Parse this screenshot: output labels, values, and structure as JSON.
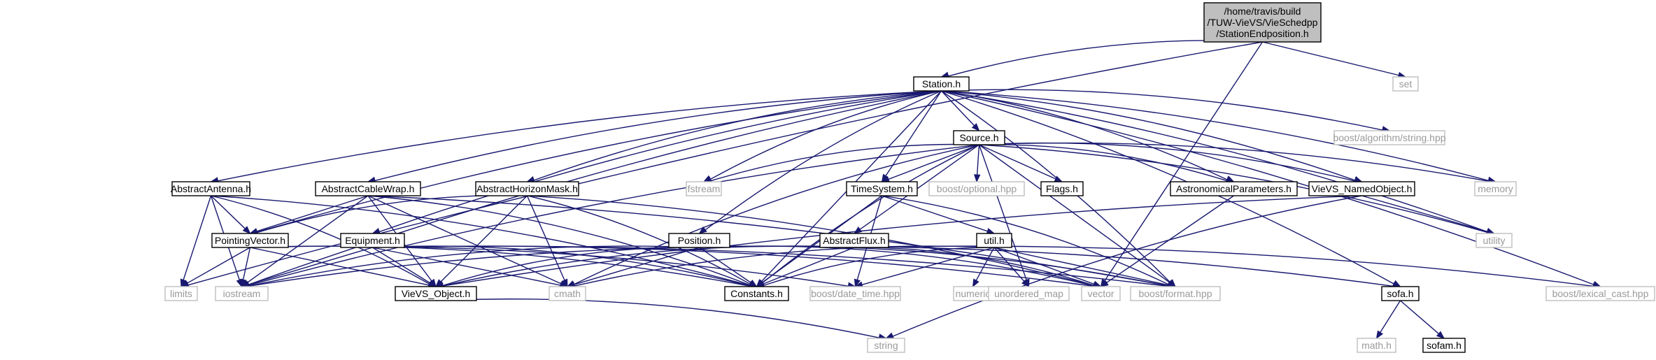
{
  "nodes": [
    {
      "id": "root",
      "label_lines": [
        "/home/travis/build",
        "/TUW-VieVS/VieSchedpp",
        "/StationEndposition.h"
      ],
      "kind": "root"
    },
    {
      "id": "station",
      "label_lines": [
        "Station.h"
      ],
      "kind": "primary"
    },
    {
      "id": "set",
      "label_lines": [
        "set"
      ],
      "kind": "external"
    },
    {
      "id": "source",
      "label_lines": [
        "Source.h"
      ],
      "kind": "primary"
    },
    {
      "id": "boost_alg",
      "label_lines": [
        "boost/algorithm/string.hpp"
      ],
      "kind": "external"
    },
    {
      "id": "abs_antenna",
      "label_lines": [
        "AbstractAntenna.h"
      ],
      "kind": "primary"
    },
    {
      "id": "abs_cable",
      "label_lines": [
        "AbstractCableWrap.h"
      ],
      "kind": "primary"
    },
    {
      "id": "abs_horizon",
      "label_lines": [
        "AbstractHorizonMask.h"
      ],
      "kind": "primary"
    },
    {
      "id": "fstream",
      "label_lines": [
        "fstream"
      ],
      "kind": "external"
    },
    {
      "id": "timesystem",
      "label_lines": [
        "TimeSystem.h"
      ],
      "kind": "primary"
    },
    {
      "id": "boost_opt",
      "label_lines": [
        "boost/optional.hpp"
      ],
      "kind": "external"
    },
    {
      "id": "flags",
      "label_lines": [
        "Flags.h"
      ],
      "kind": "primary"
    },
    {
      "id": "astro",
      "label_lines": [
        "AstronomicalParameters.h"
      ],
      "kind": "primary"
    },
    {
      "id": "named",
      "label_lines": [
        "VieVS_NamedObject.h"
      ],
      "kind": "primary"
    },
    {
      "id": "memory",
      "label_lines": [
        "memory"
      ],
      "kind": "external"
    },
    {
      "id": "pointing",
      "label_lines": [
        "PointingVector.h"
      ],
      "kind": "primary"
    },
    {
      "id": "equipment",
      "label_lines": [
        "Equipment.h"
      ],
      "kind": "primary"
    },
    {
      "id": "position",
      "label_lines": [
        "Position.h"
      ],
      "kind": "primary"
    },
    {
      "id": "absflux",
      "label_lines": [
        "AbstractFlux.h"
      ],
      "kind": "primary"
    },
    {
      "id": "util",
      "label_lines": [
        "util.h"
      ],
      "kind": "primary"
    },
    {
      "id": "utility",
      "label_lines": [
        "utility"
      ],
      "kind": "external"
    },
    {
      "id": "limits",
      "label_lines": [
        "limits"
      ],
      "kind": "external"
    },
    {
      "id": "iostream",
      "label_lines": [
        "iostream"
      ],
      "kind": "external"
    },
    {
      "id": "vievs_obj",
      "label_lines": [
        "VieVS_Object.h"
      ],
      "kind": "primary"
    },
    {
      "id": "cmath",
      "label_lines": [
        "cmath"
      ],
      "kind": "external"
    },
    {
      "id": "constants",
      "label_lines": [
        "Constants.h"
      ],
      "kind": "primary"
    },
    {
      "id": "boost_dt",
      "label_lines": [
        "boost/date_time.hpp"
      ],
      "kind": "external"
    },
    {
      "id": "numeric",
      "label_lines": [
        "numeric"
      ],
      "kind": "external"
    },
    {
      "id": "umap",
      "label_lines": [
        "unordered_map"
      ],
      "kind": "external"
    },
    {
      "id": "vector",
      "label_lines": [
        "vector"
      ],
      "kind": "external"
    },
    {
      "id": "boost_fmt",
      "label_lines": [
        "boost/format.hpp"
      ],
      "kind": "external"
    },
    {
      "id": "sofa",
      "label_lines": [
        "sofa.h"
      ],
      "kind": "primary"
    },
    {
      "id": "boost_lex",
      "label_lines": [
        "boost/lexical_cast.hpp"
      ],
      "kind": "external"
    },
    {
      "id": "string",
      "label_lines": [
        "string"
      ],
      "kind": "external"
    },
    {
      "id": "mathh",
      "label_lines": [
        "math.h"
      ],
      "kind": "external"
    },
    {
      "id": "sofam",
      "label_lines": [
        "sofam.h"
      ],
      "kind": "primary"
    }
  ],
  "edges": [
    [
      "root",
      "station"
    ],
    [
      "root",
      "set"
    ],
    [
      "root",
      "limits"
    ],
    [
      "root",
      "vector"
    ],
    [
      "station",
      "source"
    ],
    [
      "station",
      "boost_alg"
    ],
    [
      "station",
      "abs_antenna"
    ],
    [
      "station",
      "abs_cable"
    ],
    [
      "station",
      "abs_horizon"
    ],
    [
      "station",
      "fstream"
    ],
    [
      "station",
      "timesystem"
    ],
    [
      "station",
      "astro"
    ],
    [
      "station",
      "named"
    ],
    [
      "station",
      "memory"
    ],
    [
      "station",
      "pointing"
    ],
    [
      "station",
      "equipment"
    ],
    [
      "station",
      "position"
    ],
    [
      "station",
      "utility"
    ],
    [
      "station",
      "iostream"
    ],
    [
      "station",
      "constants"
    ],
    [
      "station",
      "boost_fmt"
    ],
    [
      "station",
      "sofa"
    ],
    [
      "station",
      "boost_lex"
    ],
    [
      "source",
      "fstream"
    ],
    [
      "source",
      "timesystem"
    ],
    [
      "source",
      "boost_opt"
    ],
    [
      "source",
      "flags"
    ],
    [
      "source",
      "astro"
    ],
    [
      "source",
      "named"
    ],
    [
      "source",
      "memory"
    ],
    [
      "source",
      "absflux"
    ],
    [
      "source",
      "utility"
    ],
    [
      "source",
      "iostream"
    ],
    [
      "source",
      "cmath"
    ],
    [
      "source",
      "constants"
    ],
    [
      "source",
      "umap"
    ],
    [
      "source",
      "boost_fmt"
    ],
    [
      "abs_antenna",
      "pointing"
    ],
    [
      "abs_antenna",
      "limits"
    ],
    [
      "abs_antenna",
      "iostream"
    ],
    [
      "abs_antenna",
      "vievs_obj"
    ],
    [
      "abs_antenna",
      "constants"
    ],
    [
      "abs_cable",
      "pointing"
    ],
    [
      "abs_cable",
      "iostream"
    ],
    [
      "abs_cable",
      "vievs_obj"
    ],
    [
      "abs_cable",
      "cmath"
    ],
    [
      "abs_cable",
      "constants"
    ],
    [
      "abs_cable",
      "boost_fmt"
    ],
    [
      "abs_horizon",
      "pointing"
    ],
    [
      "abs_horizon",
      "vievs_obj"
    ],
    [
      "abs_horizon",
      "cmath"
    ],
    [
      "abs_horizon",
      "constants"
    ],
    [
      "abs_horizon",
      "vector"
    ],
    [
      "timesystem",
      "util"
    ],
    [
      "timesystem",
      "constants"
    ],
    [
      "timesystem",
      "boost_dt"
    ],
    [
      "timesystem",
      "boost_fmt"
    ],
    [
      "astro",
      "vector"
    ],
    [
      "named",
      "vievs_obj"
    ],
    [
      "named",
      "utility"
    ],
    [
      "named",
      "string"
    ],
    [
      "pointing",
      "limits"
    ],
    [
      "pointing",
      "iostream"
    ],
    [
      "pointing",
      "vievs_obj"
    ],
    [
      "pointing",
      "constants"
    ],
    [
      "pointing",
      "boost_dt"
    ],
    [
      "equipment",
      "iostream"
    ],
    [
      "equipment",
      "vievs_obj"
    ],
    [
      "equipment",
      "cmath"
    ],
    [
      "equipment",
      "constants"
    ],
    [
      "equipment",
      "vector"
    ],
    [
      "equipment",
      "boost_fmt"
    ],
    [
      "position",
      "iostream"
    ],
    [
      "position",
      "vievs_obj"
    ],
    [
      "position",
      "cmath"
    ],
    [
      "position",
      "constants"
    ],
    [
      "position",
      "vector"
    ],
    [
      "position",
      "sofa"
    ],
    [
      "position",
      "boost_fmt"
    ],
    [
      "absflux",
      "iostream"
    ],
    [
      "absflux",
      "vievs_obj"
    ],
    [
      "absflux",
      "constants"
    ],
    [
      "absflux",
      "vector"
    ],
    [
      "absflux",
      "boost_lex"
    ],
    [
      "util",
      "cmath"
    ],
    [
      "util",
      "constants"
    ],
    [
      "util",
      "boost_dt"
    ],
    [
      "util",
      "numeric"
    ],
    [
      "util",
      "umap"
    ],
    [
      "util",
      "vector"
    ],
    [
      "util",
      "boost_fmt"
    ],
    [
      "vievs_obj",
      "string"
    ],
    [
      "sofa",
      "mathh"
    ],
    [
      "sofa",
      "sofam"
    ]
  ]
}
